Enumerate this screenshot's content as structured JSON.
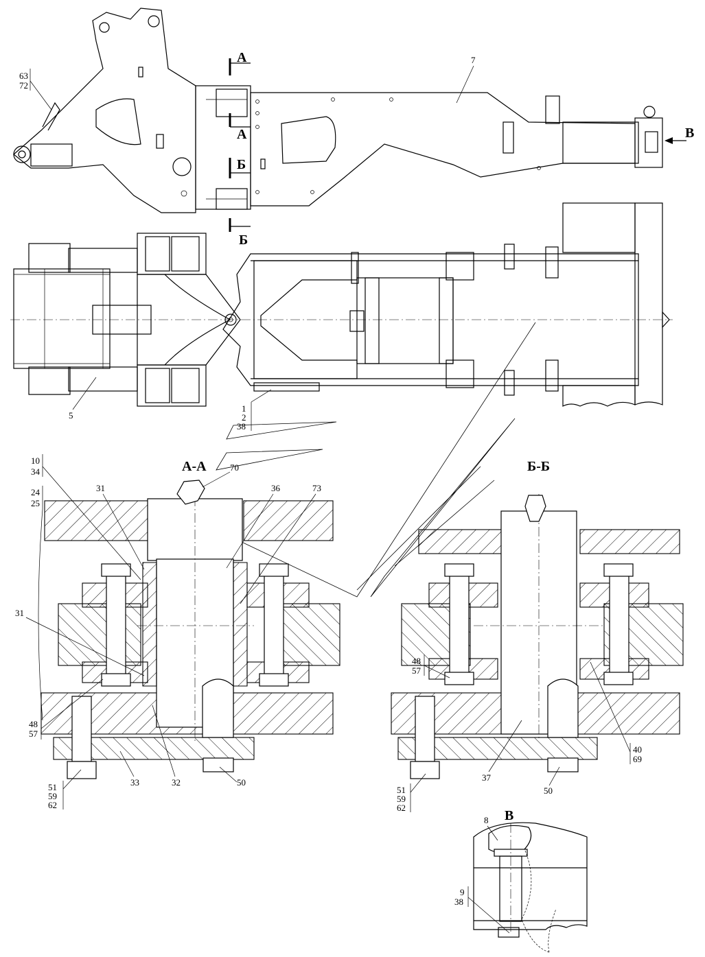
{
  "labels": {
    "p63_72": [
      "63",
      "72"
    ],
    "p7": "7",
    "p5": "5",
    "p1_2_38": [
      "1",
      "2",
      "38"
    ],
    "p10_34": [
      "10",
      "34"
    ],
    "p24_25": [
      "24",
      "25"
    ],
    "p31a": "31",
    "p31b": "31",
    "p70": "70",
    "p36": "36",
    "p73": "73",
    "p48_57_left": [
      "48",
      "57"
    ],
    "p51_59_62_left": [
      "51",
      "59",
      "62"
    ],
    "p33": "33",
    "p32": "32",
    "p50_left": "50",
    "p48_57_right": [
      "48",
      "57"
    ],
    "p40_69": [
      "40",
      "69"
    ],
    "p37": "37",
    "p50_right": "50",
    "p51_59_62_right": [
      "51",
      "59",
      "62"
    ],
    "p8": "8",
    "p9_38": [
      "9",
      "38"
    ]
  },
  "sections": {
    "cut_a_top": "А",
    "cut_a_bottom": "А",
    "cut_b_top": "Б",
    "cut_b_bottom": "Б",
    "view_b_arrow": "В",
    "section_aa": "А-А",
    "section_bb": "Б-Б",
    "view_b_title": "В"
  }
}
